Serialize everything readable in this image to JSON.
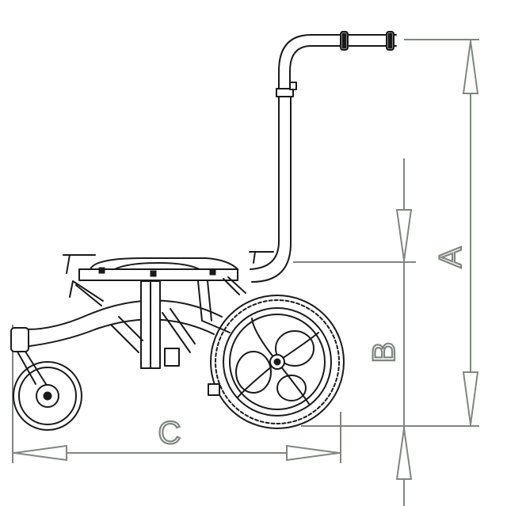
{
  "dimensions": {
    "a_label": "A",
    "b_label": "B",
    "c_label": "C"
  },
  "colors": {
    "dimension_line": "#7e877f",
    "drawing_ink": "#1a1a1a",
    "background": "#ffffff"
  }
}
